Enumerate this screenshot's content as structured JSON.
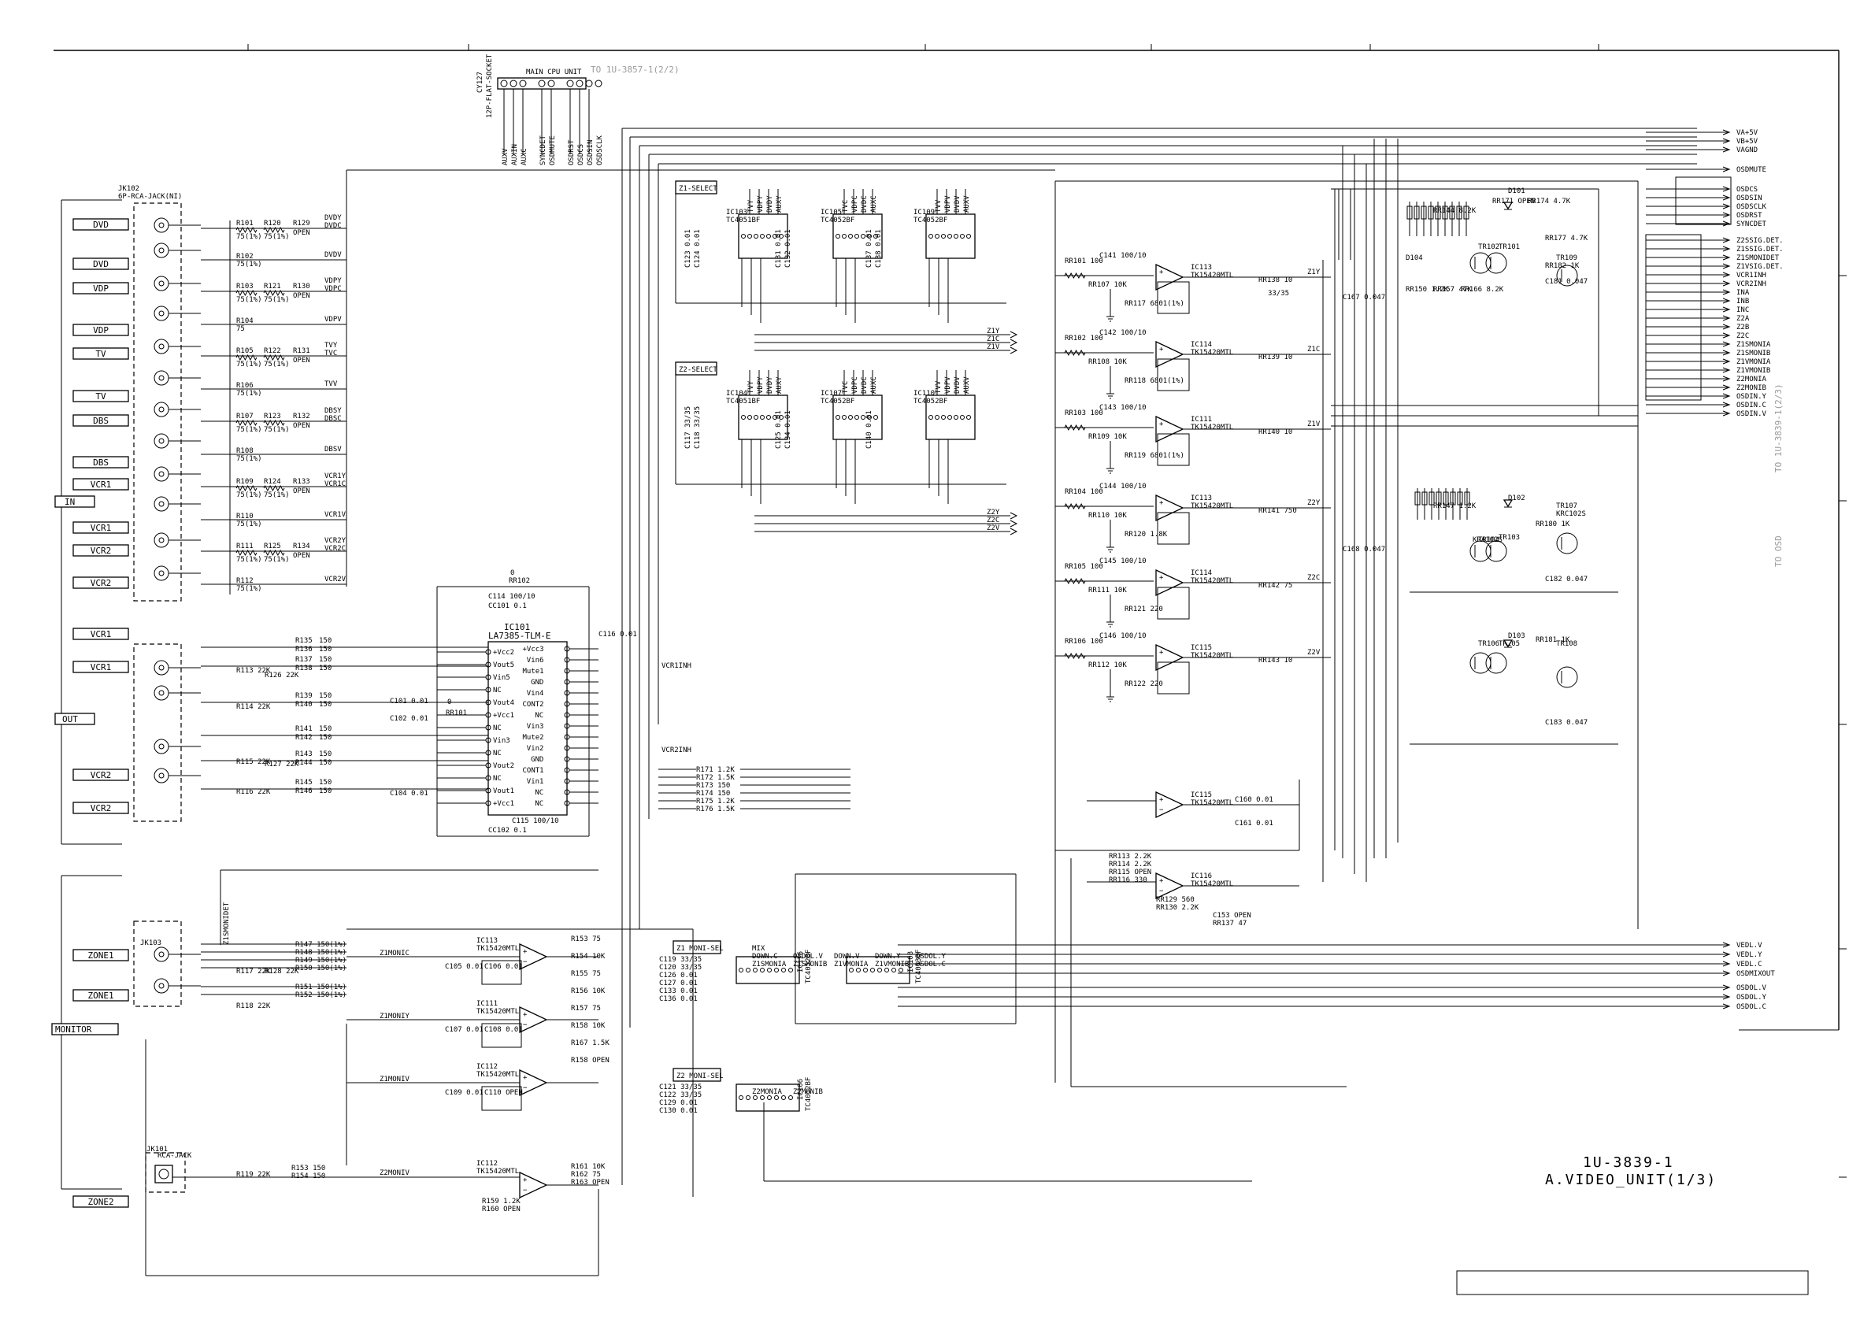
{
  "header": {
    "connector_ref": "CY127",
    "connector_type": "12P-FLAT-SOCKET",
    "connector_dest": "MAIN CPU UNIT",
    "to_ref": "TO 1U-3857-1(2/2)",
    "cpu_pins": [
      "AUXV",
      "AUXIN",
      "AUXC",
      "SYNCDET",
      "OSDMUTE",
      "OSDRST",
      "OSDCS",
      "OSDSIN",
      "OSDSCLK"
    ]
  },
  "input_jack": {
    "ref": "JK102",
    "type": "6P-RCA-JACK(NI)"
  },
  "left_labels": [
    "DVD",
    "DVD",
    "VDP",
    "VDP",
    "TV",
    "TV",
    "DBS",
    "DBS",
    "VCR1",
    "VCR1",
    "VCR2",
    "VCR2",
    "VCR1",
    "VCR1",
    "VCR2",
    "VCR2",
    "ZONE1",
    "ZONE1",
    "ZONE2"
  ],
  "group_labels": {
    "in": "IN",
    "out": "OUT",
    "monitor": "MONITOR"
  },
  "input_resistors": [
    {
      "r": "R101",
      "v": "75(1%)",
      "a": "R120",
      "av": "75(1%)",
      "o": "R129",
      "ov": "OPEN",
      "sig": "DVDY",
      "sig2": "DVDC"
    },
    {
      "r": "R102",
      "v": "75(1%)",
      "sig": "DVDV"
    },
    {
      "r": "R103",
      "v": "75(1%)",
      "a": "R121",
      "av": "75(1%)",
      "o": "R130",
      "ov": "OPEN",
      "sig": "VDPY",
      "sig2": "VDPC"
    },
    {
      "r": "R104",
      "v": "75",
      "sig": "VDPV"
    },
    {
      "r": "R105",
      "v": "75(1%)",
      "a": "R122",
      "av": "75(1%)",
      "o": "R131",
      "ov": "OPEN",
      "sig": "TVY",
      "sig2": "TVC"
    },
    {
      "r": "R106",
      "v": "75(1%)",
      "sig": "TVV"
    },
    {
      "r": "R107",
      "v": "75(1%)",
      "a": "R123",
      "av": "75(1%)",
      "o": "R132",
      "ov": "OPEN",
      "sig": "DBSY",
      "sig2": "DBSC"
    },
    {
      "r": "R108",
      "v": "75(1%)",
      "sig": "DBSV"
    },
    {
      "r": "R109",
      "v": "75(1%)",
      "a": "R124",
      "av": "75(1%)",
      "o": "R133",
      "ov": "OPEN",
      "sig": "VCR1Y",
      "sig2": "VCR1C"
    },
    {
      "r": "R110",
      "v": "75(1%)",
      "sig": "VCR1V"
    },
    {
      "r": "R111",
      "v": "75(1%)",
      "a": "R125",
      "av": "75(1%)",
      "o": "R134",
      "ov": "OPEN",
      "sig": "VCR2Y",
      "sig2": "VCR2C"
    },
    {
      "r": "R112",
      "v": "75(1%)",
      "sig": "VCR2V"
    }
  ],
  "select_blocks": [
    {
      "label": "Z1-SELECT",
      "ics": [
        {
          "ref": "IC103",
          "part": "TC4051BF",
          "inputs": [
            "TVY",
            "VDPY",
            "DVDY",
            "AUXY"
          ]
        },
        {
          "ref": "IC105",
          "part": "TC4052BF",
          "inputs": [
            "TVC",
            "VDPC",
            "DVDC",
            "AUXC"
          ]
        },
        {
          "ref": "IC109",
          "part": "TC4052BF",
          "inputs": [
            "TVV",
            "VDPV",
            "DVDV",
            "AUXV"
          ]
        }
      ],
      "caps": [
        "C123 0.01",
        "C124 0.01",
        "C131 0.01",
        "C132 0.01",
        "C137 0.01",
        "C138 0.01"
      ],
      "outputs": [
        "Z1Y",
        "Z1C",
        "Z1V"
      ]
    },
    {
      "label": "Z2-SELECT",
      "ics": [
        {
          "ref": "IC104",
          "part": "TC4051BF",
          "inputs": [
            "TVY",
            "VDPY",
            "DVDY",
            "AUXY"
          ]
        },
        {
          "ref": "IC107",
          "part": "TC4052BF",
          "inputs": [
            "TVC",
            "VDPC",
            "DVDC",
            "AUXC"
          ]
        },
        {
          "ref": "IC110",
          "part": "TC4052BF",
          "inputs": [
            "TVV",
            "VDPV",
            "DVDV",
            "AUXV"
          ]
        }
      ],
      "caps": [
        "C117 33/35",
        "C118 33/35",
        "C125 0.01",
        "C134 0.01",
        "C140 0.01"
      ],
      "outputs": [
        "Z2Y",
        "Z2C",
        "Z2V"
      ]
    }
  ],
  "amp_stages": [
    {
      "ic": "IC113",
      "part": "TK15420MTL",
      "rin": "RR101 100",
      "cin": "C141 100/10",
      "r2": "RR107 10K",
      "r3": "RR117 6801(1%)",
      "rout": "RR138 10",
      "out": "Z1Y"
    },
    {
      "ic": "IC114",
      "part": "TK15420MTL",
      "rin": "RR102 100",
      "cin": "C142 100/10",
      "r2": "RR108 10K",
      "r3": "RR118 6801(1%)",
      "rout": "RR139 10",
      "out": "Z1C"
    },
    {
      "ic": "IC111",
      "part": "TK15420MTL",
      "rin": "RR103 100",
      "cin": "C143 100/10",
      "r2": "RR109 10K",
      "r3": "RR119 6801(1%)",
      "rout": "RR140 10",
      "out": "Z1V"
    },
    {
      "ic": "IC113",
      "part": "TK15420MTL",
      "rin": "RR104 100",
      "cin": "C144 100/10",
      "r2": "RR110 10K",
      "r3": "RR120 1.8K",
      "rout": "RR141 750",
      "out": "Z2Y"
    },
    {
      "ic": "IC114",
      "part": "TK15420MTL",
      "rin": "RR105 100",
      "cin": "C145 100/10",
      "r2": "RR111 10K",
      "r3": "RR121 220",
      "rout": "RR142 75",
      "out": "Z2C"
    },
    {
      "ic": "IC115",
      "part": "TK15420MTL",
      "rin": "RR106 100",
      "cin": "C146 100/10",
      "r2": "RR112 10K",
      "r3": "RR122 220",
      "rout": "RR143 10",
      "out": "Z2V"
    }
  ],
  "main_ic": {
    "ref": "IC101",
    "part": "LA7385-TLM-E",
    "left_pins": [
      "+Vcc2",
      "Vout5",
      "Vin5",
      "NC",
      "Vout4",
      "+Vcc1",
      "NC",
      "Vin3",
      "NC",
      "Vout2",
      "NC",
      "Vout1",
      "+Vcc1"
    ],
    "right_pins": [
      "+Vcc3",
      "Vin6",
      "Mute1",
      "GND",
      "Vin4",
      "CONT2",
      "NC",
      "Vin3",
      "Mute2",
      "Vin2",
      "GND",
      "CONT1",
      "Vin1",
      "NC",
      "NC"
    ],
    "caps": [
      "C114 100/10",
      "C116 0.01",
      "C115 100/10",
      "C101 0.01",
      "C102 0.01",
      "C104 0.01",
      "CC101 0.1",
      "CC102 0.1"
    ],
    "r_top": "RR102",
    "r_top_v": "0",
    "r_mid": "RR101",
    "r_mid_v": "0"
  },
  "vcr_out_resistors": [
    {
      "a": "R135",
      "av": "150",
      "b": "R136",
      "bv": "150"
    },
    {
      "a": "R137",
      "av": "150",
      "b": "R138",
      "bv": "150"
    },
    {
      "a": "R139",
      "av": "150",
      "b": "R140",
      "bv": "150"
    },
    {
      "a": "R141",
      "av": "150",
      "b": "R142",
      "bv": "150"
    },
    {
      "a": "R143",
      "av": "150",
      "b": "R144",
      "bv": "150"
    },
    {
      "a": "R145",
      "av": "150",
      "b": "R146",
      "bv": "150"
    }
  ],
  "vcr_misc": [
    "R113 22K",
    "R114 22K",
    "R115 22K",
    "R116 22K",
    "R126 22K",
    "R127 22K",
    "VCR1INH",
    "VCR2INH"
  ],
  "mid_resistors": [
    "R171 1.2K",
    "R172 1.5K",
    "R173 150",
    "R174 150",
    "R175 1.2K",
    "R176 1.5K"
  ],
  "osd_right_signals": [
    "VA+5V",
    "VB+5V",
    "VAGND",
    "OSDMUTE",
    "OSDCS",
    "OSDSIN",
    "OSDSCLK",
    "OSDRST",
    "SYNCDET",
    "Z2SSIG.DET.",
    "Z1SSIG.DET.",
    "Z1SMONIDET",
    "Z1VSIG.DET.",
    "VCR1INH",
    "VCR2INH",
    "INA",
    "INB",
    "INC",
    "Z2A",
    "Z2B",
    "Z2C",
    "Z1SMONIA",
    "Z1SMONIB",
    "Z1VMONIA",
    "Z1VMONIB",
    "Z2MONIA",
    "Z2MONIB",
    "OSDIN.Y",
    "OSDIN.C",
    "OSDIN.V"
  ],
  "osd_bottom_signals": [
    "VEDL.V",
    "VEDL.Y",
    "VEDL.C",
    "OSDMIXOUT",
    "OSDOL.V",
    "OSDOL.Y",
    "OSDOL.C"
  ],
  "to_osd": "TO OSD",
  "to_1u": "TO 1U-3839-1(2/3)",
  "detector_parts": [
    "TR101",
    "TR102",
    "TR103",
    "TR104",
    "TR105",
    "TR106",
    "TR107",
    "TR108",
    "TR109",
    "KRC102S",
    "KRA102S",
    "D101",
    "D102",
    "D103",
    "D104",
    "RR144 8.2K",
    "RR147 1.2K",
    "RR150 1.2K",
    "RR157 47K",
    "RR166 8.2K",
    "RR171 OPEN",
    "RR174 4.7K",
    "RR177 4.7K",
    "RR180 1K",
    "RR181 1K",
    "RR182 1K",
    "C181 0.047",
    "C182 0.047",
    "C183 0.047",
    "C167 0.047",
    "C168 0.047",
    "33/35"
  ],
  "monitor_section": {
    "jack": "JK103",
    "zone1_resistors": [
      "R147 150(1%)",
      "R148 150(1%)",
      "R149 150(1%)",
      "R150 150(1%)",
      "R151 150(1%)",
      "R152 150(1%)",
      "R117 22K",
      "R118 22K",
      "R128 22K"
    ],
    "amps": [
      {
        "ref": "IC113",
        "part": "TK15420MTL",
        "sig": "Z1MONIC"
      },
      {
        "ref": "IC111",
        "part": "TK15420MTL",
        "sig": "Z1MONIY"
      },
      {
        "ref": "IC112",
        "part": "TK15420MTL",
        "sig": "Z1MONIV"
      }
    ],
    "caps": [
      "C105 0.01",
      "C106 0.01",
      "C107 0.01",
      "C108 0.01",
      "C109 0.01",
      "C110 OPEN"
    ],
    "misc": [
      "R153 75",
      "R154 10K",
      "R155 75",
      "R156 10K",
      "R157 75",
      "R158 10K",
      "R167 1.5K",
      "R158 OPEN",
      "Z1SMONIDET"
    ]
  },
  "zone2_section": {
    "jack": "JK101",
    "jack_type": "RCA-JACK",
    "parts": [
      "R153 150",
      "R154 150",
      "R119 22K",
      "IC112",
      "TK15420MTL",
      "R159 1.2K",
      "R160 OPEN",
      "R161 10K",
      "R162 75",
      "R163 OPEN",
      "Z2MONIV"
    ]
  },
  "moni_sel": [
    {
      "label": "Z1 MONI-SEL",
      "ics": [
        {
          "ref": "IC116",
          "part": "TC4052BF"
        },
        {
          "ref": "IC108",
          "part": "TC4053BF"
        }
      ],
      "signals": [
        "Z1SMONIA",
        "Z1SMONIB",
        "Z1VMONIA",
        "Z1VMONIB",
        "OSDOL.C",
        "DOWN.C",
        "OSDOL.V",
        "DOWN.V",
        "DOWN.Y",
        "OSDOL.Y",
        "MIX"
      ],
      "caps": [
        "C119 33/35",
        "C120 33/35",
        "C126 0.01",
        "C127 0.01",
        "C133 0.01",
        "C136 0.01"
      ]
    },
    {
      "label": "Z2 MONI-SEL",
      "ics": [
        {
          "ref": "IC106",
          "part": "TC4052BF"
        }
      ],
      "signals": [
        "Z2MONIA",
        "Z2MONIB"
      ],
      "caps": [
        "C121 33/35",
        "C122 33/35",
        "C129 0.01",
        "C130 0.01"
      ]
    }
  ],
  "lower_amps": [
    {
      "ic": "IC115",
      "part": "TK15420MTL",
      "parts": [
        "C160 0.01",
        "C161 0.01",
        "RR113 2.2K",
        "RR114 2.2K",
        "RR115 OPEN",
        "RR116 330"
      ]
    },
    {
      "ic": "IC116",
      "part": "TK15420MTL",
      "parts": [
        "RR129 560",
        "RR130 2.2K",
        "C153 OPEN",
        "RR137 47"
      ]
    }
  ],
  "title_block": {
    "line1": "1U-3839-1",
    "line2": "A.VIDEO_UNIT(1/3)"
  }
}
